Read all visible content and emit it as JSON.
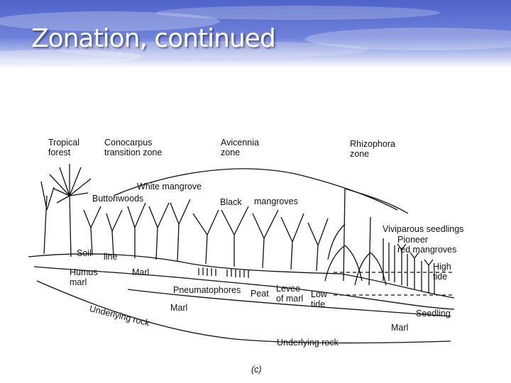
{
  "slide": {
    "title": "Zonation, continued",
    "accent_color": "#5a6fd0"
  },
  "figure": {
    "zones": [
      {
        "genus": "",
        "line1": "Tropical",
        "line2": "forest"
      },
      {
        "genus": "Conocarpus",
        "line2": "transition zone"
      },
      {
        "genus": "Avicennia",
        "line2": "zone"
      },
      {
        "genus": "Rhizophora",
        "line2": "zone"
      }
    ],
    "labels": {
      "white_mangrove": "White mangrove",
      "buttonwoods": "Buttonwoods",
      "black": "Black",
      "mangroves": "mangroves",
      "viviparous_seedlings": "Viviparous seedlings",
      "pioneer": "Pioneer",
      "red_mangroves": "red mangroves",
      "high": "High",
      "tide_high": "tide",
      "soil": "Soil",
      "line": "line",
      "humus": "Humus",
      "humus_marl": "marl",
      "marl_left": "Marl",
      "pneumatophores": "Pneumatophores",
      "peat": "Peat",
      "levee": "Levee",
      "of_marl": "of marl",
      "low": "Low",
      "tide_low": "tide",
      "seedling": "Seedling",
      "marl_mid": "Marl",
      "marl_right": "Marl",
      "underlying_rock_left": "Underlying rock",
      "underlying_rock_right": "Underlying rock",
      "caption": "(c)"
    }
  }
}
